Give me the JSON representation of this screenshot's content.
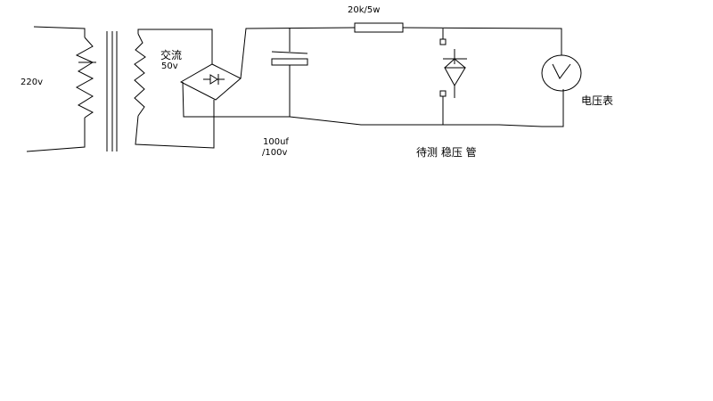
{
  "labels": {
    "mains_voltage": "220v",
    "ac_label": "交流",
    "ac_voltage": "50v",
    "resistor": "20k/5w",
    "capacitor_value": "100uf",
    "capacitor_rating": "/100v",
    "zener_under_test": "待测 稳压 管",
    "voltmeter": "电压表"
  },
  "icons": [
    "transformer-icon",
    "bridge-rectifier-icon",
    "capacitor-icon",
    "resistor-icon",
    "zener-diode-icon",
    "voltmeter-icon"
  ]
}
